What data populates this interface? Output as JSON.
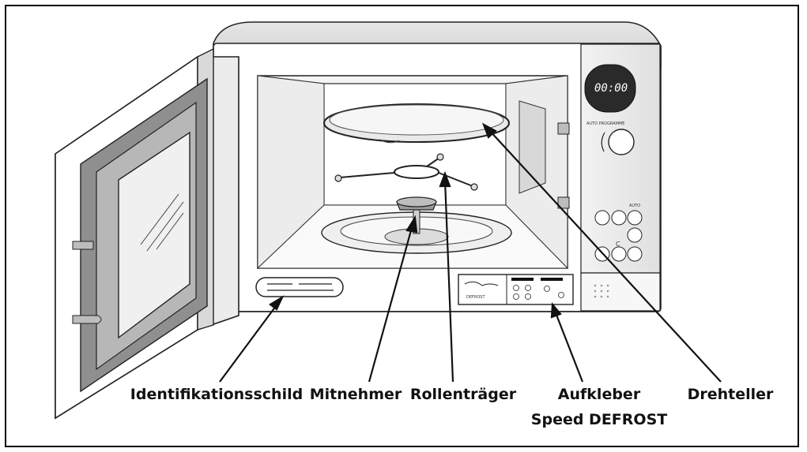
{
  "labels": {
    "identification_plate": "Identifikationsschild",
    "driver": "Mitnehmer",
    "roller_support": "Rollenträger",
    "sticker_line1": "Aufkleber",
    "sticker_line2": "Speed DEFROST",
    "turntable": "Drehteller"
  },
  "control_panel": {
    "display": "00:00",
    "auto_programme": "AUTO PROGRAMME",
    "auto": "AUTO",
    "c": "C"
  },
  "sticker": {
    "brand": "DEFROST"
  }
}
